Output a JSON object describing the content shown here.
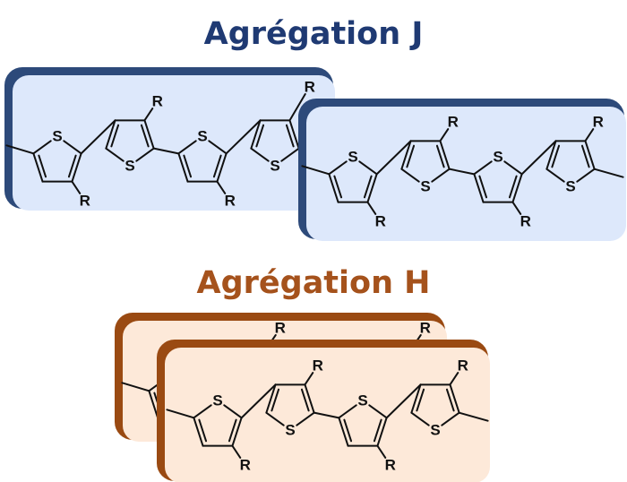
{
  "titles": {
    "j_aggregation": "Agrégation J",
    "h_aggregation": "Agrégation H"
  },
  "atom_labels": {
    "sulfur": "S",
    "substituent": "R"
  },
  "colors": {
    "j_title": "#1f3a73",
    "j_card_border": "#2d4a7a",
    "j_card_fill": "#dde8fb",
    "h_title": "#a5521c",
    "h_card_border": "#9a4a12",
    "h_card_fill": "#fde9d9"
  },
  "molecule": {
    "name": "polythiophene-tetramer",
    "rings": 4
  }
}
